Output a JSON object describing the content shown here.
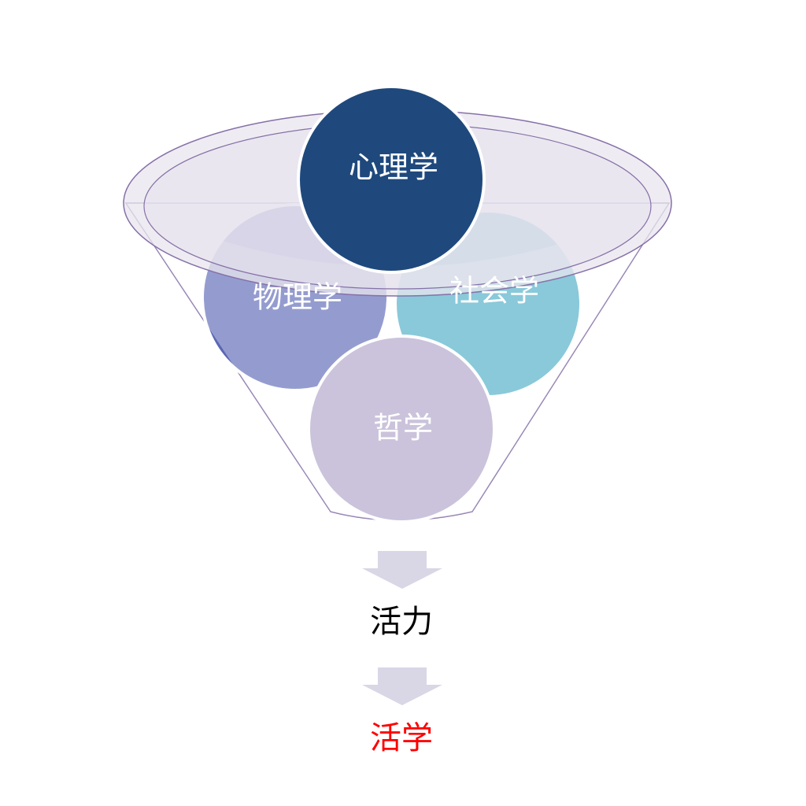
{
  "diagram": {
    "inputs": {
      "psychology": {
        "label": "心理学",
        "color": "#1f497d"
      },
      "physics": {
        "label": "物理学",
        "color": "#5b67b5"
      },
      "sociology": {
        "label": "社会学",
        "color": "#4bacc6"
      },
      "philosophy": {
        "label": "哲学",
        "color": "#b0a3c8"
      }
    },
    "outputs": {
      "first": {
        "label": "活力",
        "color": "#000000"
      },
      "second": {
        "label": "活学",
        "color": "#ff0000"
      }
    },
    "arrow_color": "#d9d6e6",
    "funnel_color": "#e8e5ee",
    "funnel_outline": "#8670a8"
  }
}
